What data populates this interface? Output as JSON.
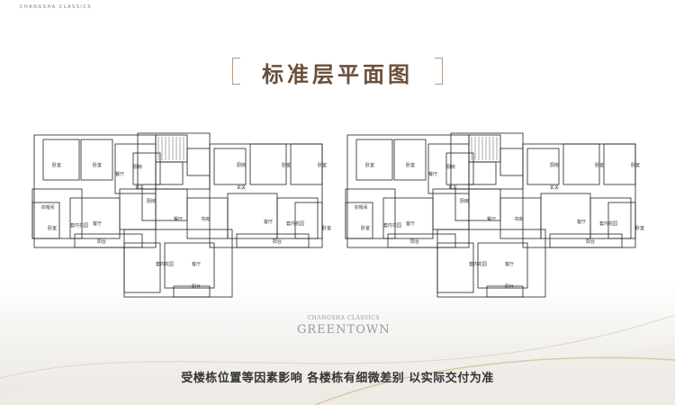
{
  "header": {
    "logo_en": "CHANGSHA CLASSICS",
    "title": "标准层平面图"
  },
  "plan": {
    "room_labels": [
      "卧室",
      "卧室",
      "餐厅",
      "厨房",
      "衣帽间",
      "卧室",
      "套内花园",
      "客厅",
      "阳台",
      "玄关",
      "厨房",
      "餐厅",
      "书房",
      "套内花园",
      "客厅",
      "阳台",
      "厨房",
      "玄关",
      "卧室",
      "卧室",
      "客厅",
      "套内花园",
      "卧室",
      "阳台"
    ]
  },
  "brand": {
    "sub": "CHANGSHA CLASSICS",
    "main": "GREENTOWN"
  },
  "footer": {
    "note": "受楼栋位置等因素影响 各楼栋有细微差别 以实际交付为准"
  },
  "colors": {
    "title": "#6b4f3a",
    "bracket": "#b09a86",
    "wall": "#222222"
  }
}
